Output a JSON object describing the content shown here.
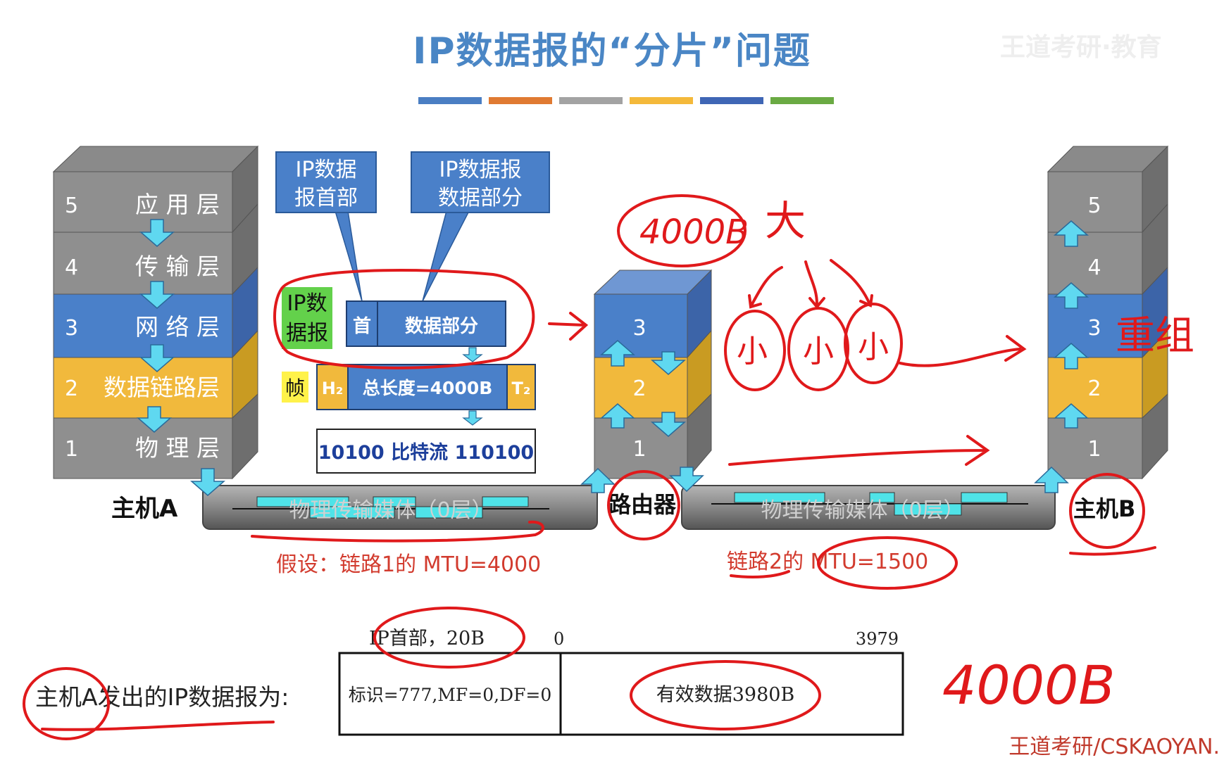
{
  "slide": {
    "title": "IP数据报的“分片”问题",
    "watermark": "王道考研·教育"
  },
  "color_bar": [
    "#4a7ec3",
    "#e07a32",
    "#a3a3a3",
    "#f4b93a",
    "#3f66b5",
    "#6aaa43"
  ],
  "host_a": {
    "label": "主机A",
    "layers": [
      {
        "num": "5",
        "name": "应 用 层"
      },
      {
        "num": "4",
        "name": "传 输 层"
      },
      {
        "num": "3",
        "name": "网 络 层"
      },
      {
        "num": "2",
        "name": "数据链路层"
      },
      {
        "num": "1",
        "name": "物 理 层"
      }
    ]
  },
  "router": {
    "label": "路由器",
    "layers": [
      "3",
      "2",
      "1"
    ]
  },
  "host_b": {
    "label": "主机B",
    "layers": [
      "5",
      "4",
      "3",
      "2",
      "1"
    ]
  },
  "callouts": {
    "header_line1": "IP数据",
    "header_line2": "报首部",
    "data_line1": "IP数据报",
    "data_line2": "数据部分"
  },
  "packet": {
    "ip_label_line1": "IP数",
    "ip_label_line2": "据报",
    "header_cell": "首",
    "data_cell": "数据部分",
    "frame_label": "帧",
    "frame_head": "H₂",
    "frame_body": "总长度=4000B",
    "frame_tail": "T₂",
    "bitstream": "10100 比特流 110100"
  },
  "media": {
    "medium1": "物理传输媒体（0层）",
    "medium2": "物理传输媒体（0层）",
    "link1_note": "假设：链路1的 MTU=4000",
    "link2_note": "链路2的 MTU=1500"
  },
  "datagram_table": {
    "caption": "主机A发出的IP数据报为:",
    "header_size": "IP首部，20B",
    "offset_start": "0",
    "offset_end": "3979",
    "header_cell": "标识=777,MF=0,DF=0",
    "data_cell": "有效数据3980B"
  },
  "annotations": {
    "big_size": "4000B",
    "big": "大",
    "small": "小",
    "reassemble": "重组",
    "bottom_size": "4000B"
  },
  "credit": "王道考研/CSKAOYAN."
}
